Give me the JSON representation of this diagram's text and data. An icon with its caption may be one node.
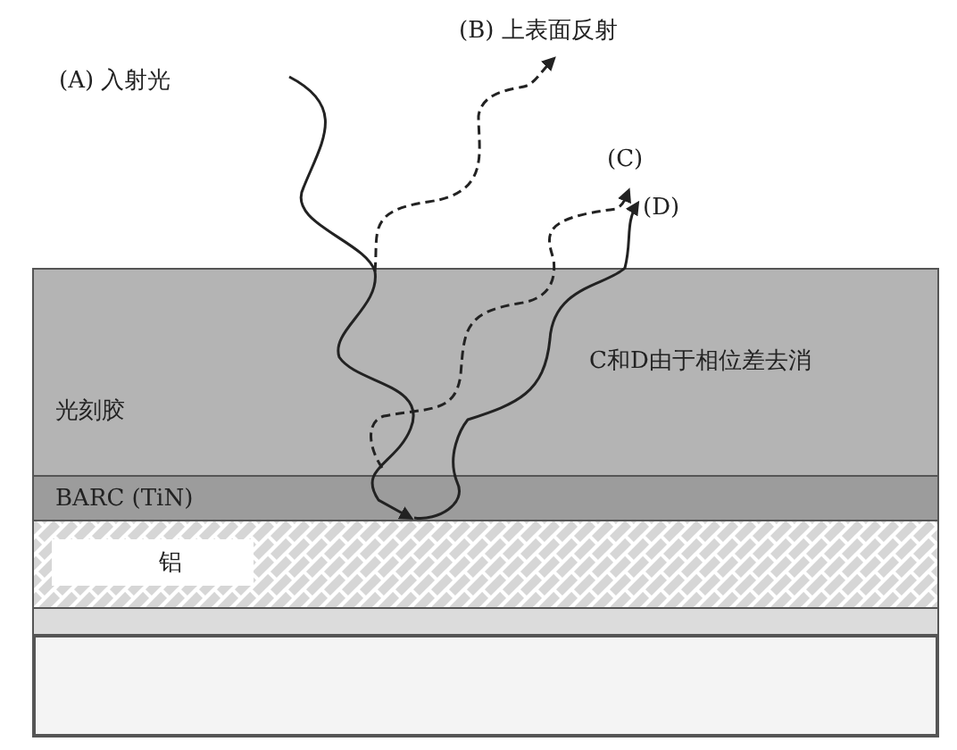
{
  "diagram": {
    "nodes": [
      {
        "text": [
          "光刻胶"
        ]
      },
      {
        "text": [
          "BARC (TiN)"
        ]
      },
      {
        "text": [
          "铝"
        ]
      },
      {
        "text": [],
        "shape": "bar"
      },
      {
        "text": [],
        "shape": "box"
      }
    ],
    "edges": [],
    "labels": [
      "(B) 上表面反射",
      "(A) 入射光",
      "(C)",
      "(D)",
      "C和D由于相位差去消"
    ]
  }
}
